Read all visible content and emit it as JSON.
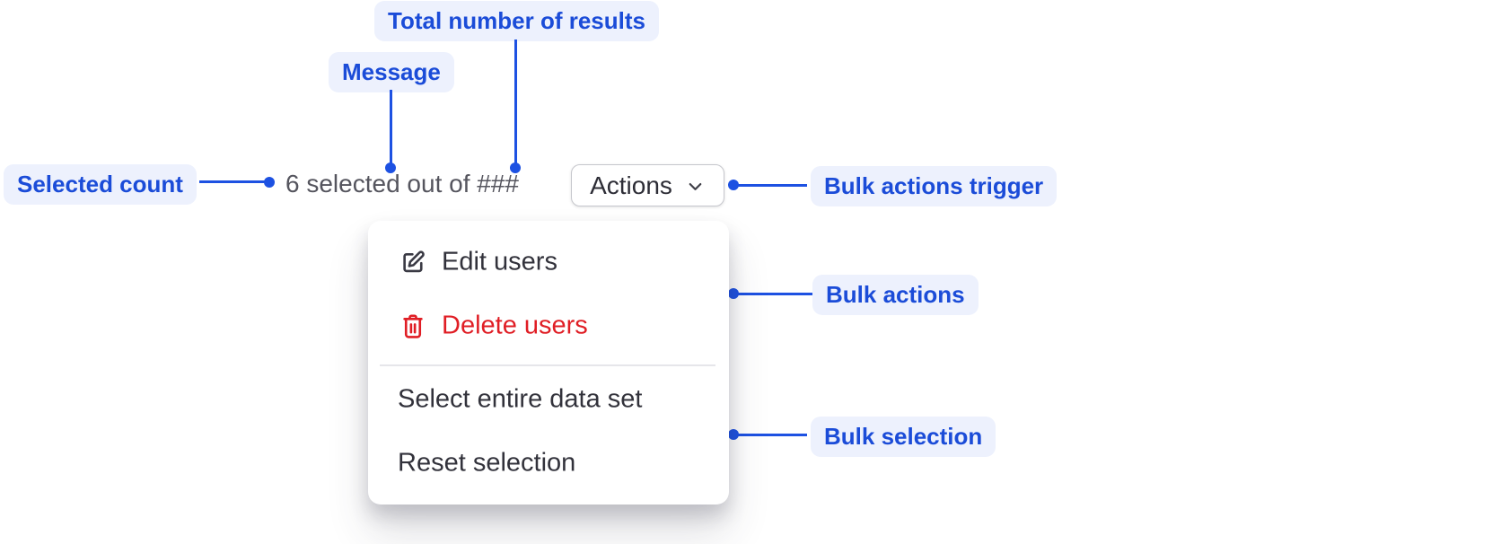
{
  "colors": {
    "accent_blue": "#1d51e2",
    "annotation_text_blue": "#1b4cd8",
    "annotation_bg": "#edf1fd",
    "danger_red": "#e01e25",
    "message_gray": "#55555e"
  },
  "annotations": {
    "selected_count": {
      "label": "Selected count"
    },
    "message": {
      "label": "Message"
    },
    "total_results": {
      "label": "Total number of results"
    },
    "bulk_actions_trigger": {
      "label": "Bulk actions trigger"
    },
    "bulk_actions": {
      "label": "Bulk actions"
    },
    "bulk_selection": {
      "label": "Bulk selection"
    }
  },
  "bulk_bar": {
    "message": "6 selected out of ###",
    "actions_button": "Actions"
  },
  "menu": {
    "items": [
      {
        "label": "Edit users"
      },
      {
        "label": "Delete users"
      },
      {
        "label": "Select entire data set"
      },
      {
        "label": "Reset selection"
      }
    ]
  }
}
